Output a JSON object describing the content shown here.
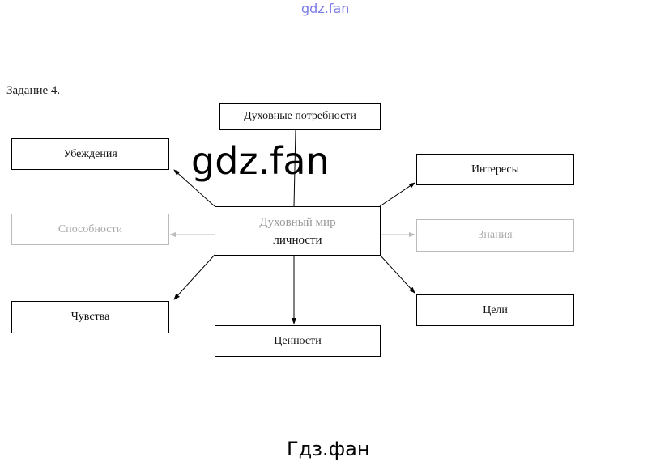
{
  "header": {
    "site_logo": "gdz.fan",
    "task_label": "Задание 4."
  },
  "diagram": {
    "center": {
      "line1": "Духовный мир",
      "line2": "личности"
    },
    "nodes": {
      "needs": "Духовные потребности",
      "beliefs": "Убеждения",
      "interests": "Интересы",
      "abilities": "Способности",
      "knowledge": "Знания",
      "feelings": "Чувства",
      "goals": "Цели",
      "values": "Ценности"
    }
  },
  "watermark": {
    "main": "gdz.fan",
    "bottom": "Гдз.фан"
  }
}
